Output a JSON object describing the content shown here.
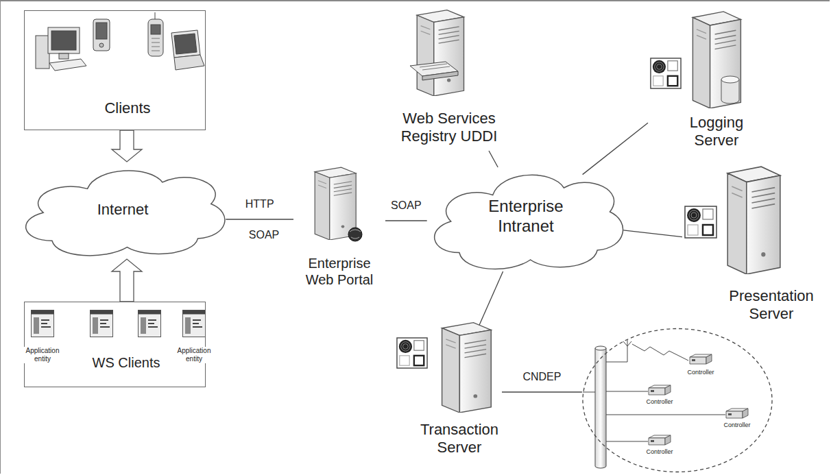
{
  "diagram": {
    "nodes": [
      {
        "text": [
          "Clients"
        ]
      },
      {
        "text": [
          "Internet"
        ]
      },
      {
        "text": [
          "WS Clients"
        ]
      },
      {
        "text": [
          "Web Services Registry UDDI"
        ]
      },
      {
        "text": [
          "Enterprise Web Portal"
        ]
      },
      {
        "text": [
          "Enterprise Intranet"
        ]
      },
      {
        "text": [
          "Logging Server"
        ]
      },
      {
        "text": [
          "Presentation Server"
        ]
      },
      {
        "text": [
          "Transaction Server"
        ]
      },
      {
        "text": [
          "Controller",
          "Controller",
          "Controller",
          "Controller"
        ]
      }
    ],
    "edges": [
      {
        "from": 0,
        "to": 1,
        "arrow": "to"
      },
      {
        "from": 2,
        "to": 1,
        "arrow": "to"
      },
      {
        "from": 1,
        "to": 4,
        "label": "HTTP",
        "arrow": "none"
      },
      {
        "from": 4,
        "to": 5,
        "label": "SOAP",
        "arrow": "none"
      },
      {
        "from": 5,
        "to": 3,
        "arrow": "none"
      },
      {
        "from": 5,
        "to": 6,
        "arrow": "none"
      },
      {
        "from": 5,
        "to": 7,
        "arrow": "none"
      },
      {
        "from": 5,
        "to": 8,
        "arrow": "none"
      },
      {
        "from": 8,
        "to": 9,
        "label": "CNDEP",
        "arrow": "none"
      }
    ],
    "labels": [
      "SOAP",
      "Application entity",
      "Application entity"
    ]
  }
}
